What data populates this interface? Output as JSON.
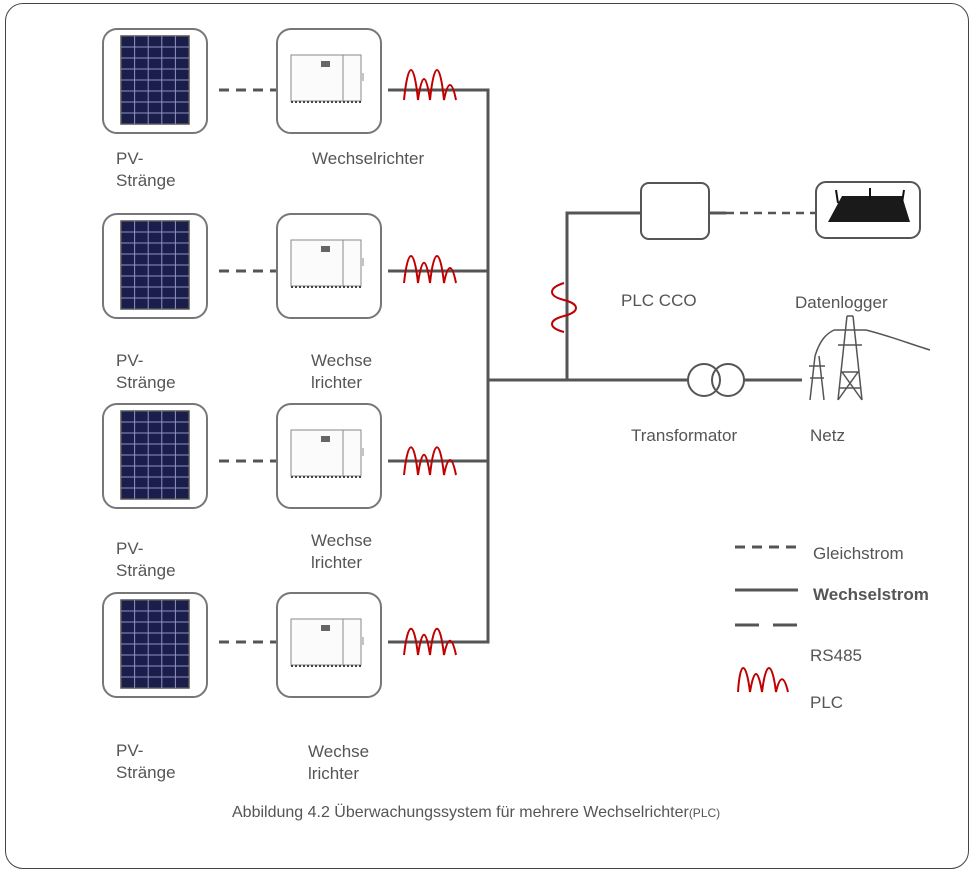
{
  "labels": {
    "pv_strings": "PV-\nStränge",
    "inverter_1": "Wechselrichter",
    "inverter_split": "Wechse\nlrichter",
    "plc_cco": "PLC CCO",
    "datalogger": "Datenlogger",
    "transformer": "Transformator",
    "grid": "Netz"
  },
  "legend": {
    "dc": "Gleichstrom",
    "ac": "Wechselstrom",
    "rs485": "RS485",
    "plc": "PLC"
  },
  "caption": {
    "main": "Abbildung 4.2 Überwachungssystem für mehrere Wechselrichter",
    "suffix": "(PLC)"
  },
  "colors": {
    "line": "#555555",
    "signal": "#c00000",
    "panel_cell": "#1b1e4a",
    "panel_grid": "#8e93c2"
  },
  "icons": [
    "solar-panel-icon",
    "inverter-icon",
    "router-icon",
    "transformer-icon",
    "power-pylon-icon",
    "plc-wave-icon"
  ]
}
